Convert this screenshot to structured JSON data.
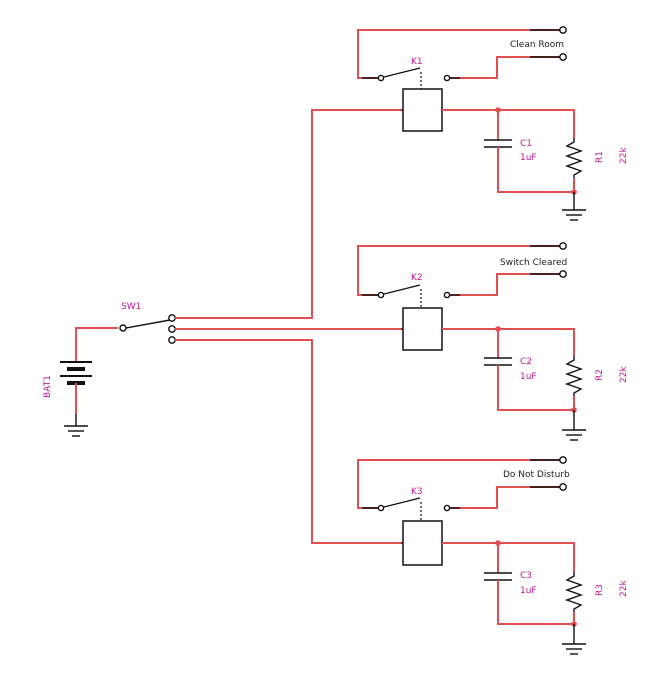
{
  "battery": {
    "ref": "BAT1"
  },
  "switch": {
    "ref": "SW1"
  },
  "channels": [
    {
      "relay": "K1",
      "output": "Clean Room",
      "capacitor": "C1",
      "cap_value": "1uF",
      "resistor": "R1",
      "res_value": "22k"
    },
    {
      "relay": "K2",
      "output": "Switch Cleared",
      "capacitor": "C2",
      "cap_value": "1uF",
      "resistor": "R2",
      "res_value": "22k"
    },
    {
      "relay": "K3",
      "output": "Do Not Disturb",
      "capacitor": "C3",
      "cap_value": "1uF",
      "resistor": "R3",
      "res_value": "22k"
    }
  ],
  "colors": {
    "wire": "#e05050",
    "component": "#111111",
    "label": "#c01890",
    "junction": "#e05050"
  }
}
